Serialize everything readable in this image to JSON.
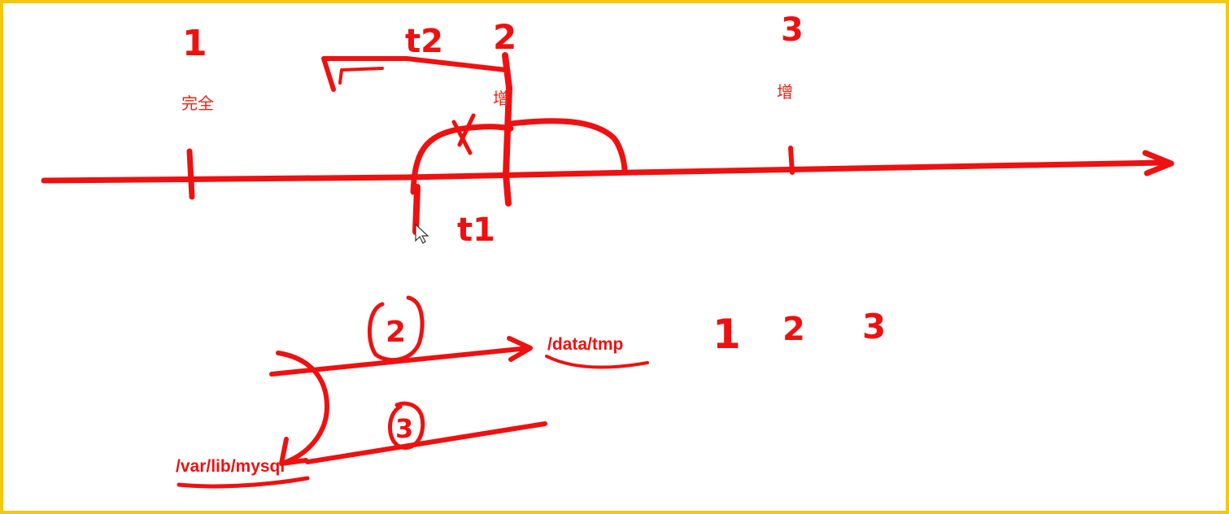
{
  "timeline": {
    "points": [
      {
        "number": "1",
        "label": "完全"
      },
      {
        "number": "2",
        "label": "增"
      },
      {
        "number": "3",
        "label": "增"
      }
    ],
    "t1_label": "t1",
    "t2_label": "t2",
    "cross_mark": "x"
  },
  "restore_flow": {
    "step_2": "2",
    "step_3": "3",
    "source_path": "/var/lib/mysql",
    "target_path": "/data/tmp",
    "sequence": [
      "1",
      "2",
      "3"
    ]
  },
  "colors": {
    "ink": "#ee1111",
    "frame": "#f2c811",
    "background": "#ffffff"
  }
}
